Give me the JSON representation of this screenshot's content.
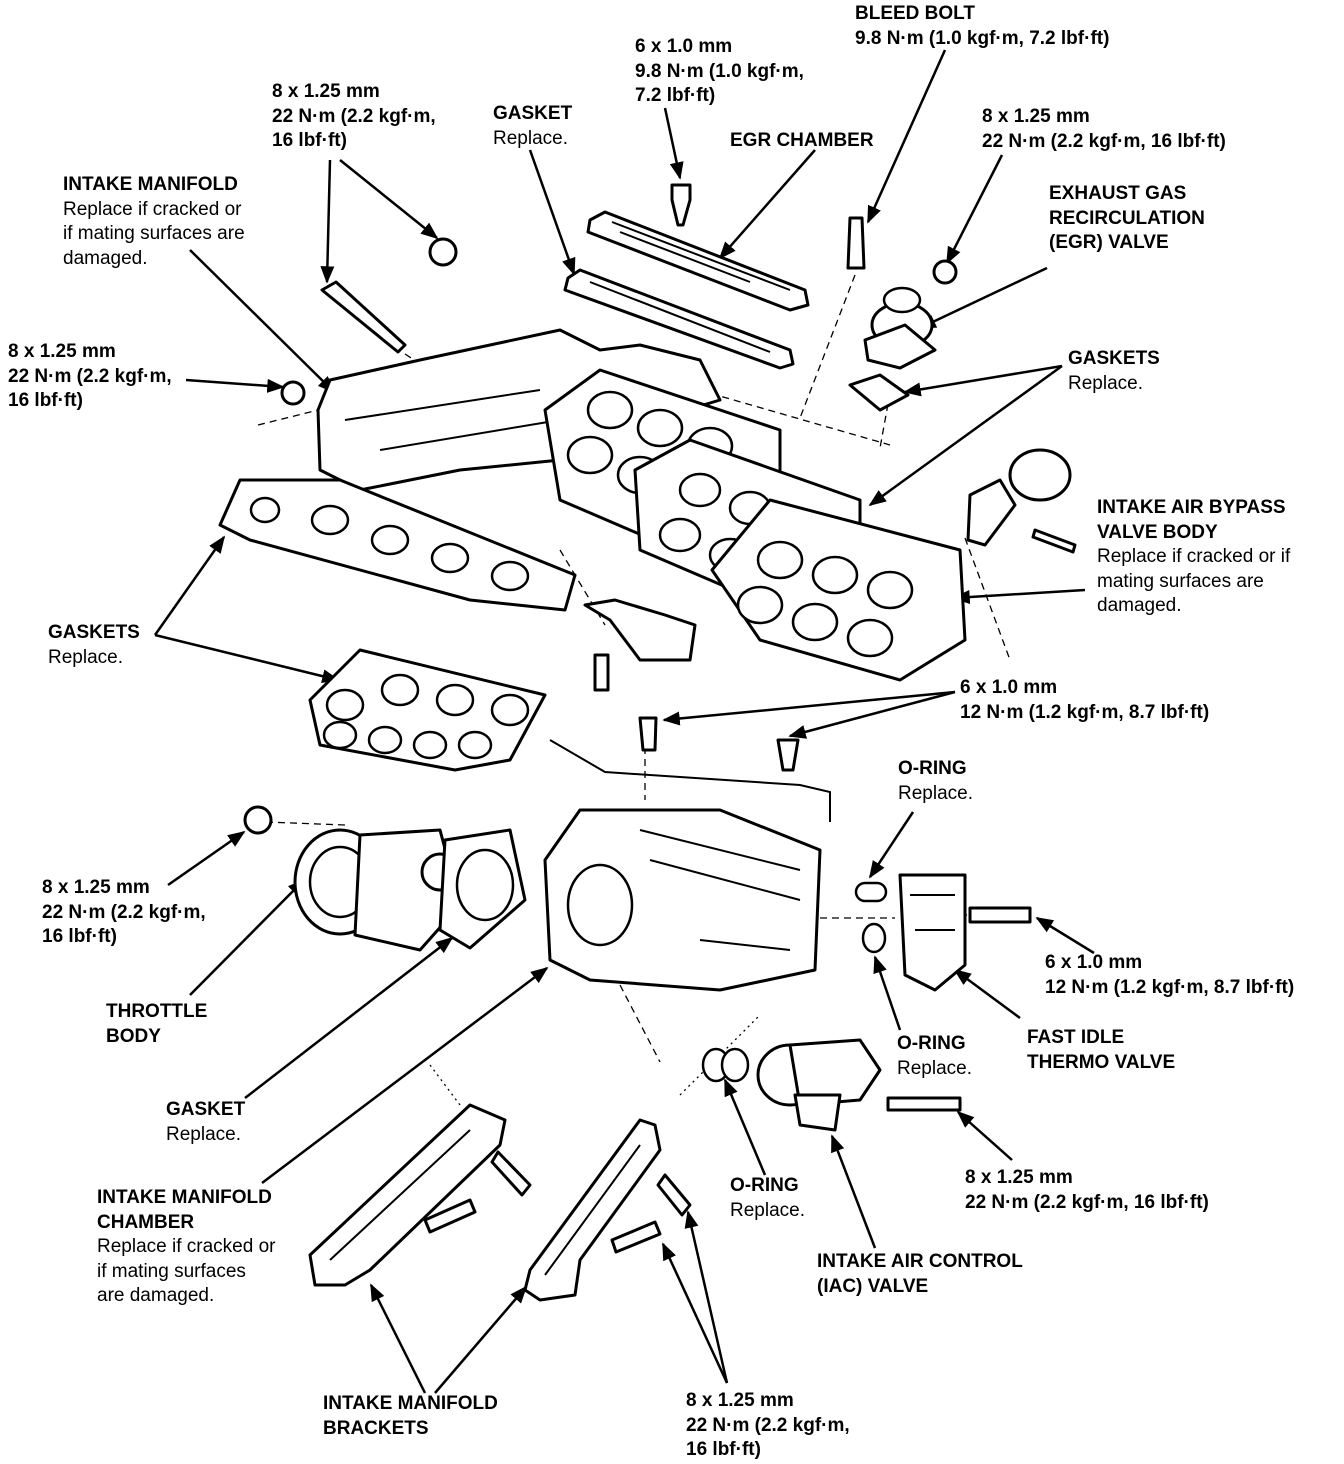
{
  "callouts": {
    "bleed_bolt": {
      "title": [
        "BLEED BOLT"
      ],
      "lines": [],
      "specs": [
        "9.8 N·m (1.0 kgf·m, 7.2 lbf·ft)"
      ]
    },
    "bolt_6x1_top": {
      "title": [],
      "lines": [],
      "specs": [
        "6 x 1.0 mm",
        "9.8 N·m (1.0 kgf·m,",
        "7.2 lbf·ft)"
      ]
    },
    "egr_chamber": {
      "title": [
        "EGR CHAMBER"
      ],
      "lines": [],
      "specs": []
    },
    "gasket_top": {
      "title": [
        "GASKET"
      ],
      "lines": [
        "Replace."
      ],
      "specs": []
    },
    "bolt_8x125_top": {
      "title": [],
      "lines": [],
      "specs": [
        "8 x 1.25 mm",
        "22 N·m (2.2 kgf·m,",
        "16 lbf·ft)"
      ]
    },
    "nut_egr": {
      "title": [],
      "lines": [],
      "specs": [
        "8 x 1.25 mm",
        "22 N·m (2.2 kgf·m, 16 lbf·ft)"
      ]
    },
    "egr_valve": {
      "title": [
        "EXHAUST GAS",
        "RECIRCULATION",
        "(EGR) VALVE"
      ],
      "lines": [],
      "specs": []
    },
    "intake_manifold": {
      "title": [
        "INTAKE MANIFOLD"
      ],
      "lines": [
        "Replace if cracked or",
        "if mating surfaces are",
        "damaged."
      ],
      "specs": []
    },
    "nut_left": {
      "title": [],
      "lines": [],
      "specs": [
        "8 x 1.25 mm",
        "22 N·m (2.2 kgf·m,",
        "16 lbf·ft)"
      ]
    },
    "gaskets_right": {
      "title": [
        "GASKETS"
      ],
      "lines": [
        "Replace."
      ],
      "specs": []
    },
    "bypass_valve": {
      "title": [
        "INTAKE AIR BYPASS",
        "VALVE BODY"
      ],
      "lines": [
        "Replace if cracked or if",
        "mating surfaces are",
        "damaged."
      ],
      "specs": []
    },
    "gaskets_left": {
      "title": [
        "GASKETS"
      ],
      "lines": [
        "Replace."
      ],
      "specs": []
    },
    "bolts_6x1_mid": {
      "title": [],
      "lines": [],
      "specs": [
        "6 x 1.0 mm",
        "12 N·m (1.2 kgf·m, 8.7 lbf·ft)"
      ]
    },
    "oring_top": {
      "title": [
        "O-RING"
      ],
      "lines": [
        "Replace."
      ],
      "specs": []
    },
    "nut_throttle": {
      "title": [],
      "lines": [],
      "specs": [
        "8 x 1.25 mm",
        "22 N·m (2.2 kgf·m,",
        "16 lbf·ft)"
      ]
    },
    "bolt_fitv": {
      "title": [],
      "lines": [],
      "specs": [
        "6 x 1.0 mm",
        "12 N·m (1.2 kgf·m, 8.7 lbf·ft)"
      ]
    },
    "throttle_body": {
      "title": [
        "THROTTLE",
        "BODY"
      ],
      "lines": [],
      "specs": []
    },
    "fast_idle": {
      "title": [
        "FAST IDLE",
        "THERMO VALVE"
      ],
      "lines": [],
      "specs": []
    },
    "oring_mid": {
      "title": [
        "O-RING"
      ],
      "lines": [
        "Replace."
      ],
      "specs": []
    },
    "gasket_throttle": {
      "title": [
        "GASKET"
      ],
      "lines": [
        "Replace."
      ],
      "specs": []
    },
    "bolt_iac": {
      "title": [],
      "lines": [],
      "specs": [
        "8 x 1.25 mm",
        "22 N·m (2.2 kgf·m, 16 lbf·ft)"
      ]
    },
    "oring_iac": {
      "title": [
        "O-RING"
      ],
      "lines": [
        "Replace."
      ],
      "specs": []
    },
    "manifold_chamber": {
      "title": [
        "INTAKE MANIFOLD",
        "CHAMBER"
      ],
      "lines": [
        "Replace if cracked or",
        "if mating surfaces",
        "are damaged."
      ],
      "specs": []
    },
    "iac_valve": {
      "title": [
        "INTAKE AIR CONTROL",
        "(IAC) VALVE"
      ],
      "lines": [],
      "specs": []
    },
    "brackets": {
      "title": [
        "INTAKE MANIFOLD",
        "BRACKETS"
      ],
      "lines": [],
      "specs": []
    },
    "bolt_brackets": {
      "title": [],
      "lines": [],
      "specs": [
        "8 x 1.25 mm",
        "22 N·m (2.2 kgf·m,",
        "16 lbf·ft)"
      ]
    }
  }
}
